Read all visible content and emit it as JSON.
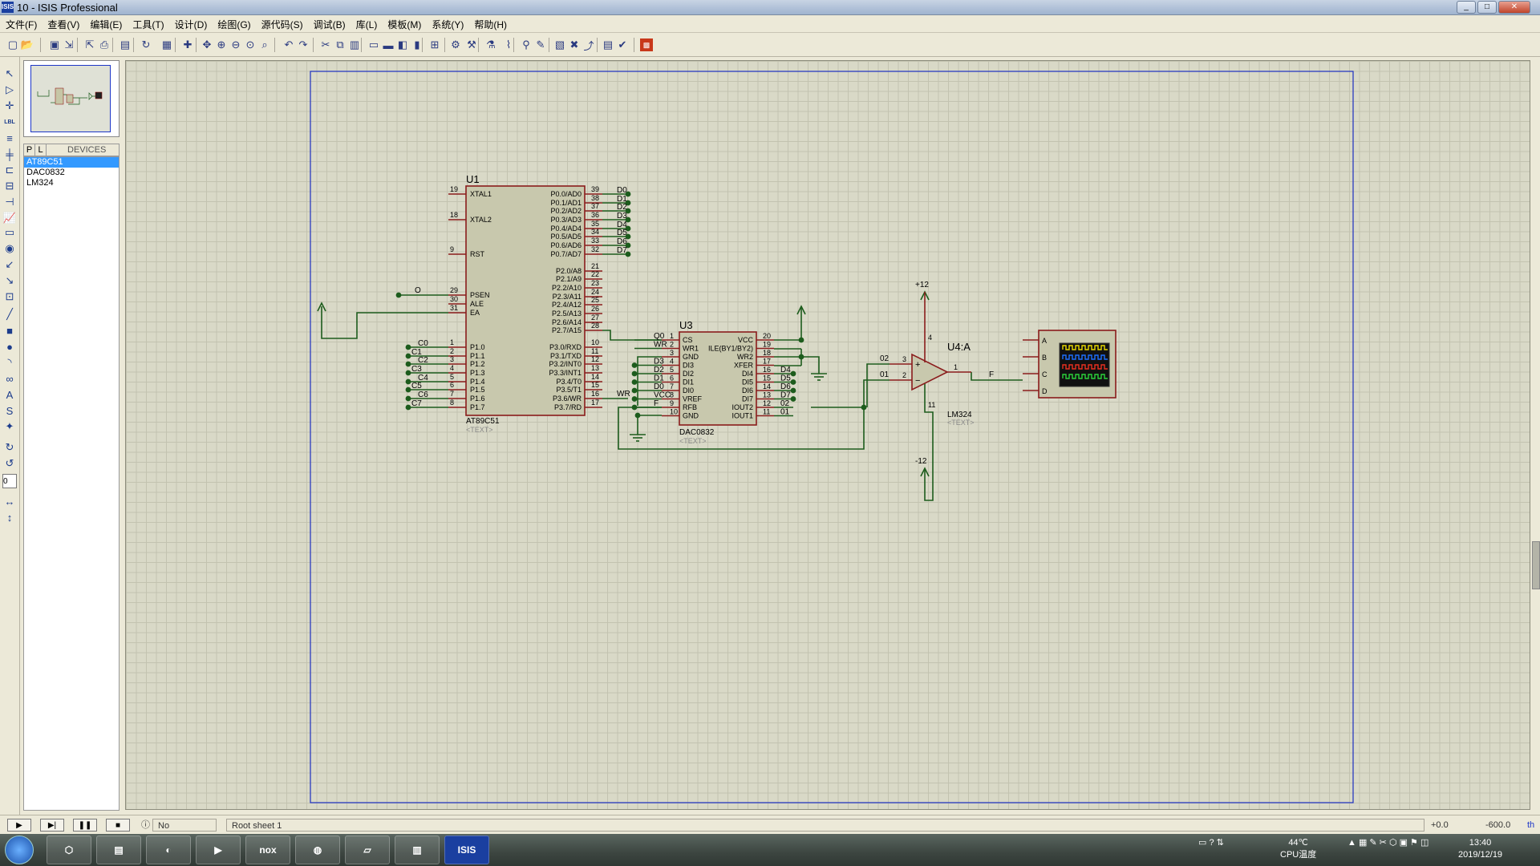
{
  "window": {
    "title": "10 - ISIS Professional",
    "app_icon_text": "ISIS",
    "min": "_",
    "max": "□",
    "close": "✕"
  },
  "menu": [
    "文件(F)",
    "查看(V)",
    "编辑(E)",
    "工具(T)",
    "设计(D)",
    "绘图(G)",
    "源代码(S)",
    "调试(B)",
    "库(L)",
    "模板(M)",
    "系统(Y)",
    "帮助(H)"
  ],
  "toolbar": {
    "icons": [
      "new-icon",
      "open-icon",
      "save-icon",
      "import-icon",
      "export-icon",
      "print-icon",
      "print-setup-icon",
      "refresh-icon",
      "grid-icon",
      "origin-icon",
      "pan-icon",
      "zoom-in-icon",
      "zoom-out-icon",
      "zoom-all-icon",
      "zoom-area-icon",
      "undo-icon",
      "redo-icon",
      "cut-icon",
      "copy-icon",
      "paste-icon",
      "block-copy-icon",
      "block-move-icon",
      "block-rotate-icon",
      "block-delete-icon",
      "pick-device-icon",
      "make-device-icon",
      "packaging-tool-icon",
      "decompose-icon",
      "wire-autorouter-icon",
      "search-tag-icon",
      "property-assign-icon",
      "new-sheet-icon",
      "remove-sheet-icon",
      "exit-to-parent-icon",
      "bom-icon",
      "electrical-check-icon",
      "netlist-ares-icon"
    ]
  },
  "left_tools": [
    "selection-icon",
    "component-icon",
    "junction-icon",
    "wire-label-icon",
    "text-script-icon",
    "bus-icon",
    "subcircuit-icon",
    "terminals-icon",
    "device-pins-icon",
    "graph-icon",
    "tape-recorder-icon",
    "generator-icon",
    "voltage-probe-icon",
    "current-probe-icon",
    "virtual-instruments-icon",
    "line-icon",
    "box-icon",
    "circle-icon",
    "arc-icon",
    "path-icon",
    "text-icon",
    "symbol-icon",
    "marker-icon",
    "rotate-cw-icon",
    "rotate-ccw-icon",
    "angle-input",
    "flip-h-icon",
    "flip-v-icon"
  ],
  "rotation_value": "0",
  "panel": {
    "tab_p": "P",
    "tab_l": "L",
    "devices_title": "DEVICES",
    "devices": [
      "AT89C51",
      "DAC0832",
      "LM324"
    ],
    "selected": 0
  },
  "schematic": {
    "u1": {
      "ref": "U1",
      "part": "AT89C51",
      "text": "<TEXT>",
      "left_pins": [
        {
          "n": "19",
          "name": "XTAL1"
        },
        {
          "n": "18",
          "name": "XTAL2"
        },
        {
          "n": "9",
          "name": "RST"
        },
        {
          "n": "29",
          "name": "PSEN"
        },
        {
          "n": "30",
          "name": "ALE"
        },
        {
          "n": "31",
          "name": "EA"
        },
        {
          "n": "1",
          "name": "P1.0"
        },
        {
          "n": "2",
          "name": "P1.1"
        },
        {
          "n": "3",
          "name": "P1.2"
        },
        {
          "n": "4",
          "name": "P1.3"
        },
        {
          "n": "5",
          "name": "P1.4"
        },
        {
          "n": "6",
          "name": "P1.5"
        },
        {
          "n": "7",
          "name": "P1.6"
        },
        {
          "n": "8",
          "name": "P1.7"
        }
      ],
      "right_pins": [
        {
          "n": "39",
          "name": "P0.0/AD0"
        },
        {
          "n": "38",
          "name": "P0.1/AD1"
        },
        {
          "n": "37",
          "name": "P0.2/AD2"
        },
        {
          "n": "36",
          "name": "P0.3/AD3"
        },
        {
          "n": "35",
          "name": "P0.4/AD4"
        },
        {
          "n": "34",
          "name": "P0.5/AD5"
        },
        {
          "n": "33",
          "name": "P0.6/AD6"
        },
        {
          "n": "32",
          "name": "P0.7/AD7"
        },
        {
          "n": "21",
          "name": "P2.0/A8"
        },
        {
          "n": "22",
          "name": "P2.1/A9"
        },
        {
          "n": "23",
          "name": "P2.2/A10"
        },
        {
          "n": "24",
          "name": "P2.3/A11"
        },
        {
          "n": "25",
          "name": "P2.4/A12"
        },
        {
          "n": "26",
          "name": "P2.5/A13"
        },
        {
          "n": "27",
          "name": "P2.6/A14"
        },
        {
          "n": "28",
          "name": "P2.7/A15"
        },
        {
          "n": "10",
          "name": "P3.0/RXD"
        },
        {
          "n": "11",
          "name": "P3.1/TXD"
        },
        {
          "n": "12",
          "name": "P3.2/INT0"
        },
        {
          "n": "13",
          "name": "P3.3/INT1"
        },
        {
          "n": "14",
          "name": "P3.4/T0"
        },
        {
          "n": "15",
          "name": "P3.5/T1"
        },
        {
          "n": "16",
          "name": "P3.6/WR"
        },
        {
          "n": "17",
          "name": "P3.7/RD"
        }
      ],
      "p0_labels": [
        "D0",
        "D1",
        "D2",
        "D3",
        "D4",
        "D5",
        "D6",
        "D7"
      ],
      "p1_labels": [
        "C0",
        "C1",
        "C2",
        "C3",
        "C4",
        "C5",
        "C6",
        "C7"
      ],
      "psen_label": "O",
      "wr_label": "WR"
    },
    "u3": {
      "ref": "U3",
      "part": "DAC0832",
      "text": "<TEXT>",
      "left_pins": [
        {
          "n": "1",
          "name": "CS"
        },
        {
          "n": "2",
          "name": "WR1"
        },
        {
          "n": "3",
          "name": "GND"
        },
        {
          "n": "4",
          "name": "DI3"
        },
        {
          "n": "5",
          "name": "DI2"
        },
        {
          "n": "6",
          "name": "DI1"
        },
        {
          "n": "7",
          "name": "DI0"
        },
        {
          "n": "8",
          "name": "VREF"
        },
        {
          "n": "9",
          "name": "RFB"
        },
        {
          "n": "10",
          "name": "GND"
        }
      ],
      "right_pins": [
        {
          "n": "20",
          "name": "VCC"
        },
        {
          "n": "19",
          "name": "ILE(BY1/BY2)"
        },
        {
          "n": "18",
          "name": "WR2"
        },
        {
          "n": "17",
          "name": "XFER"
        },
        {
          "n": "16",
          "name": "DI4"
        },
        {
          "n": "15",
          "name": "DI5"
        },
        {
          "n": "14",
          "name": "DI6"
        },
        {
          "n": "13",
          "name": "DI7"
        },
        {
          "n": "12",
          "name": "IOUT2"
        },
        {
          "n": "11",
          "name": "IOUT1"
        }
      ],
      "left_labels": [
        "Q0",
        "WR",
        "",
        "D3",
        "D2",
        "D1",
        "D0",
        "VCC",
        "F",
        ""
      ],
      "right_labels": [
        "",
        "",
        "",
        "",
        "D4",
        "D5",
        "D6",
        "D7",
        "02",
        "01"
      ]
    },
    "u4": {
      "ref": "U4:A",
      "part": "LM324",
      "text": "<TEXT>",
      "pin_plus": "3",
      "pin_minus": "2",
      "pin_out": "1",
      "pin_v4": "4",
      "pin_v11": "11",
      "in_plus_label": "02",
      "in_minus_label": "01",
      "out_label": "F",
      "vplus": "+12",
      "vminus": "-12"
    },
    "scope": {
      "channels": [
        "A",
        "B",
        "C",
        "D"
      ]
    }
  },
  "status": {
    "messages": "No Messages",
    "sheet": "Root sheet 1",
    "x": "+0.0",
    "y": "-600.0",
    "unit": "th"
  },
  "taskbar": {
    "apps": [
      "virtualbox-icon",
      "explorer-icon",
      "browser-icon",
      "media-icon",
      "nox-icon",
      "game-icon",
      "notes-icon",
      "keil-icon",
      "isis-icon"
    ],
    "temp": "44℃",
    "cpu_label": "CPU温度",
    "time": "13:40",
    "date": "2019/12/19"
  }
}
